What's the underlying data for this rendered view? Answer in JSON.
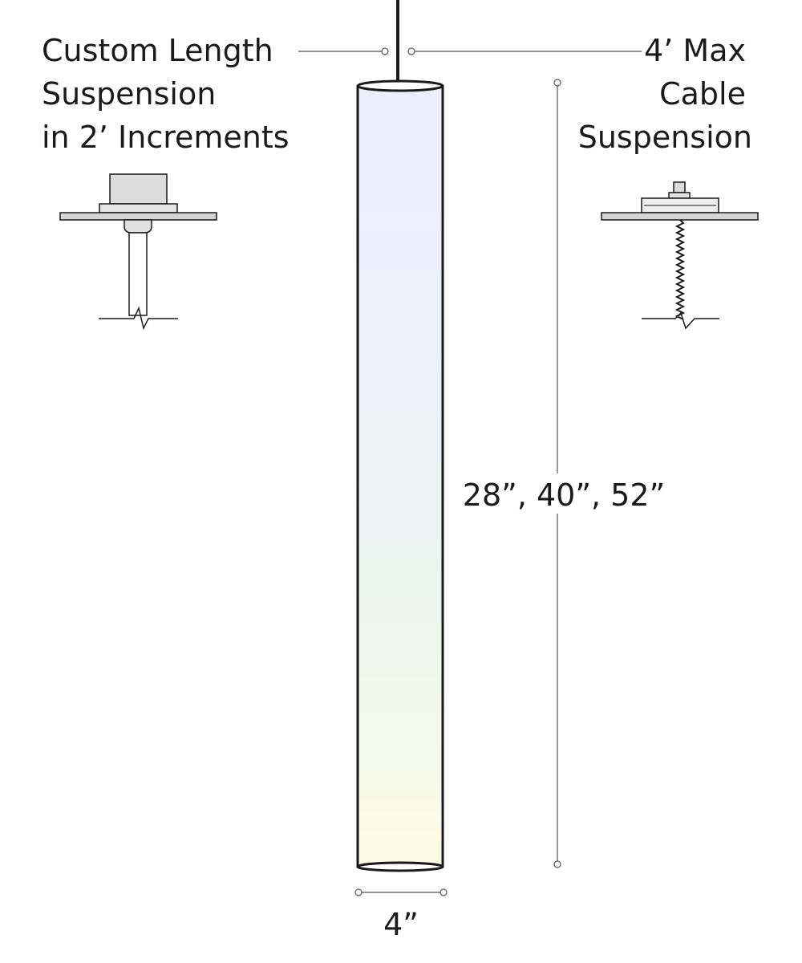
{
  "labels": {
    "left_callout": [
      "Custom Length",
      "Suspension",
      "in 2’ Increments"
    ],
    "right_callout": [
      "4’ Max",
      "Cable",
      "Suspension"
    ],
    "height_dimension": "28”, 40”, 52”",
    "width_dimension": "4”"
  },
  "colors": {
    "outline": "#1a1a1a",
    "canopy_fill": "#d4d4d4",
    "leader": "#555555",
    "glow_top": "#ecebfb",
    "glow_mid": "#eaf4f0",
    "glow_bottom": "#fcfbe6"
  }
}
